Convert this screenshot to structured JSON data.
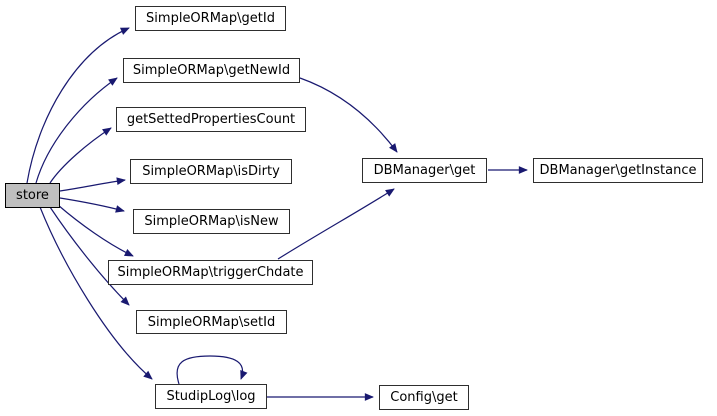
{
  "diagram": {
    "type": "call-graph",
    "root": "store",
    "colors": {
      "edge": "#191970",
      "node_border": "#2e2e2e",
      "root_fill": "#bfbfbf",
      "node_fill": "#ffffff",
      "text": "#000000",
      "background": "#ffffff"
    },
    "nodes": {
      "store": "store",
      "getId": "SimpleORMap\\getId",
      "getNewId": "SimpleORMap\\getNewId",
      "getSettedPropertiesCount": "getSettedPropertiesCount",
      "isDirty": "SimpleORMap\\isDirty",
      "isNew": "SimpleORMap\\isNew",
      "triggerChdate": "SimpleORMap\\triggerChdate",
      "setId": "SimpleORMap\\setId",
      "log": "StudipLog\\log",
      "dbGet": "DBManager\\get",
      "dbGetInstance": "DBManager\\getInstance",
      "configGet": "Config\\get"
    },
    "edges": [
      {
        "from": "store",
        "to": "SimpleORMap\\getId"
      },
      {
        "from": "store",
        "to": "SimpleORMap\\getNewId"
      },
      {
        "from": "store",
        "to": "getSettedPropertiesCount"
      },
      {
        "from": "store",
        "to": "SimpleORMap\\isDirty"
      },
      {
        "from": "store",
        "to": "SimpleORMap\\isNew"
      },
      {
        "from": "store",
        "to": "SimpleORMap\\triggerChdate"
      },
      {
        "from": "store",
        "to": "SimpleORMap\\setId"
      },
      {
        "from": "store",
        "to": "StudipLog\\log"
      },
      {
        "from": "SimpleORMap\\getNewId",
        "to": "DBManager\\get"
      },
      {
        "from": "SimpleORMap\\triggerChdate",
        "to": "DBManager\\get"
      },
      {
        "from": "DBManager\\get",
        "to": "DBManager\\getInstance"
      },
      {
        "from": "StudipLog\\log",
        "to": "StudipLog\\log"
      },
      {
        "from": "StudipLog\\log",
        "to": "Config\\get"
      }
    ]
  }
}
